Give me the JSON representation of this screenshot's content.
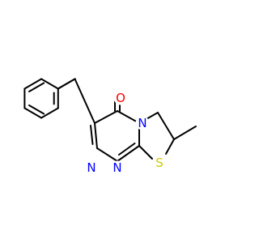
{
  "molecule": {
    "atoms": {
      "O": {
        "symbol": "O",
        "color": "#ff0000"
      },
      "N4": {
        "symbol": "N",
        "color": "#0000ff"
      },
      "N1": {
        "symbol": "N",
        "color": "#0000ff"
      },
      "N2": {
        "symbol": "N",
        "color": "#0000ff"
      },
      "S": {
        "symbol": "S",
        "color": "#cccc00"
      }
    },
    "bond_color": "#000000"
  }
}
